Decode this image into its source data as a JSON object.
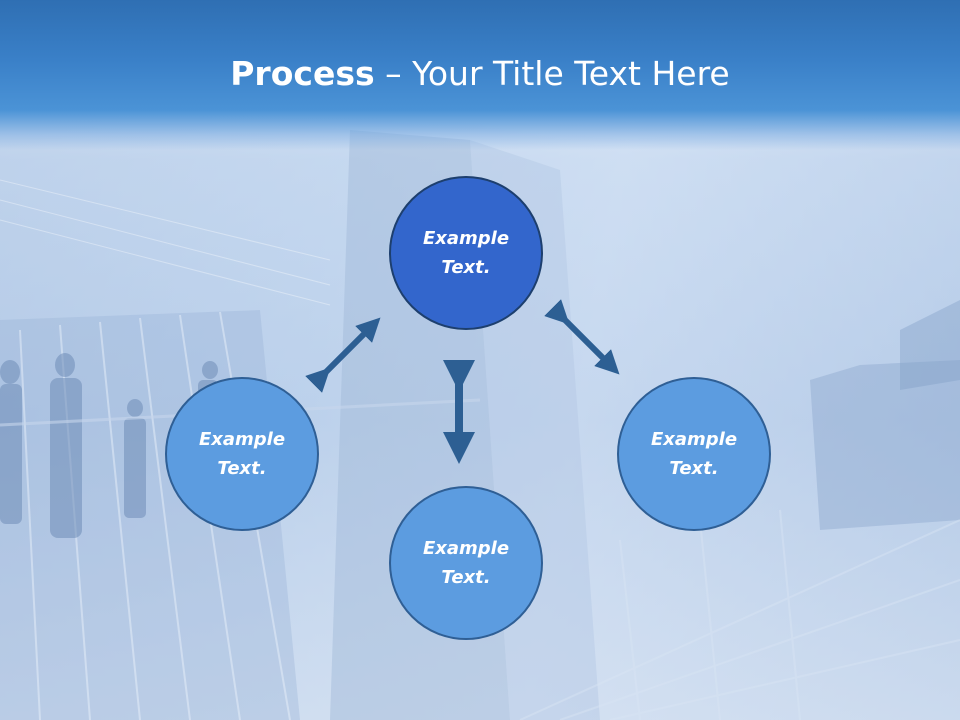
{
  "slide": {
    "title_bold": "Process",
    "title_rest": " – Your Title Text Here"
  },
  "nodes": [
    {
      "id": "top",
      "text": "Example Text."
    },
    {
      "id": "left",
      "text": "Example Text."
    },
    {
      "id": "bottom",
      "text": "Example Text."
    },
    {
      "id": "right",
      "text": "Example Text."
    }
  ],
  "colors": {
    "header": "#3a80c8",
    "center_node": "#3366cc",
    "side_node": "#5c9ce0",
    "arrow": "#2d5f93"
  }
}
